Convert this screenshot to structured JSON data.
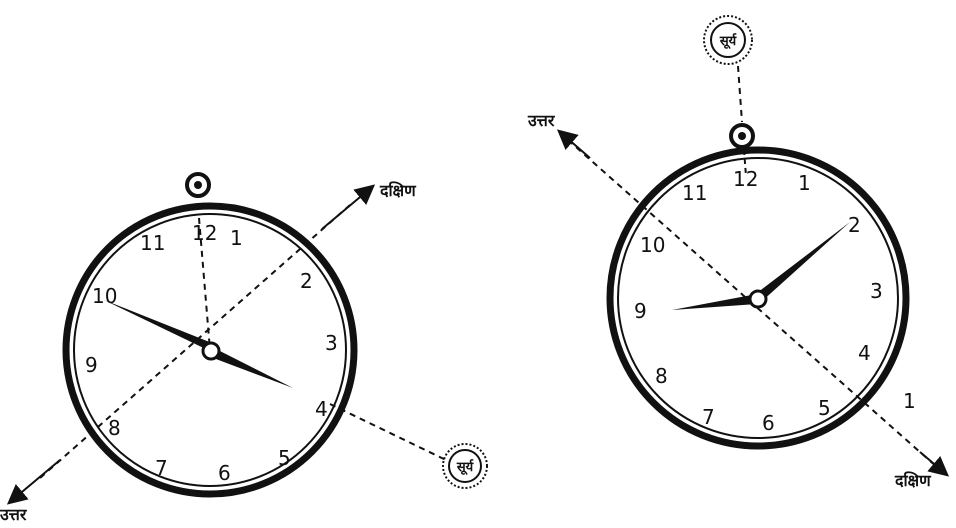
{
  "clock_left": {
    "numbers": [
      "1",
      "2",
      "3",
      "4",
      "5",
      "6",
      "7",
      "8",
      "9",
      "10",
      "11",
      "12"
    ],
    "direction_north": "उत्तर",
    "direction_south": "दक्षिण",
    "sun_label": "सूर्य"
  },
  "clock_right": {
    "numbers": [
      "1",
      "2",
      "3",
      "4",
      "5",
      "6",
      "7",
      "8",
      "9",
      "10",
      "11",
      "12"
    ],
    "direction_north": "उत्तर",
    "direction_south": "दक्षिण",
    "sun_label": "सूर्य",
    "mark_label": "1"
  }
}
